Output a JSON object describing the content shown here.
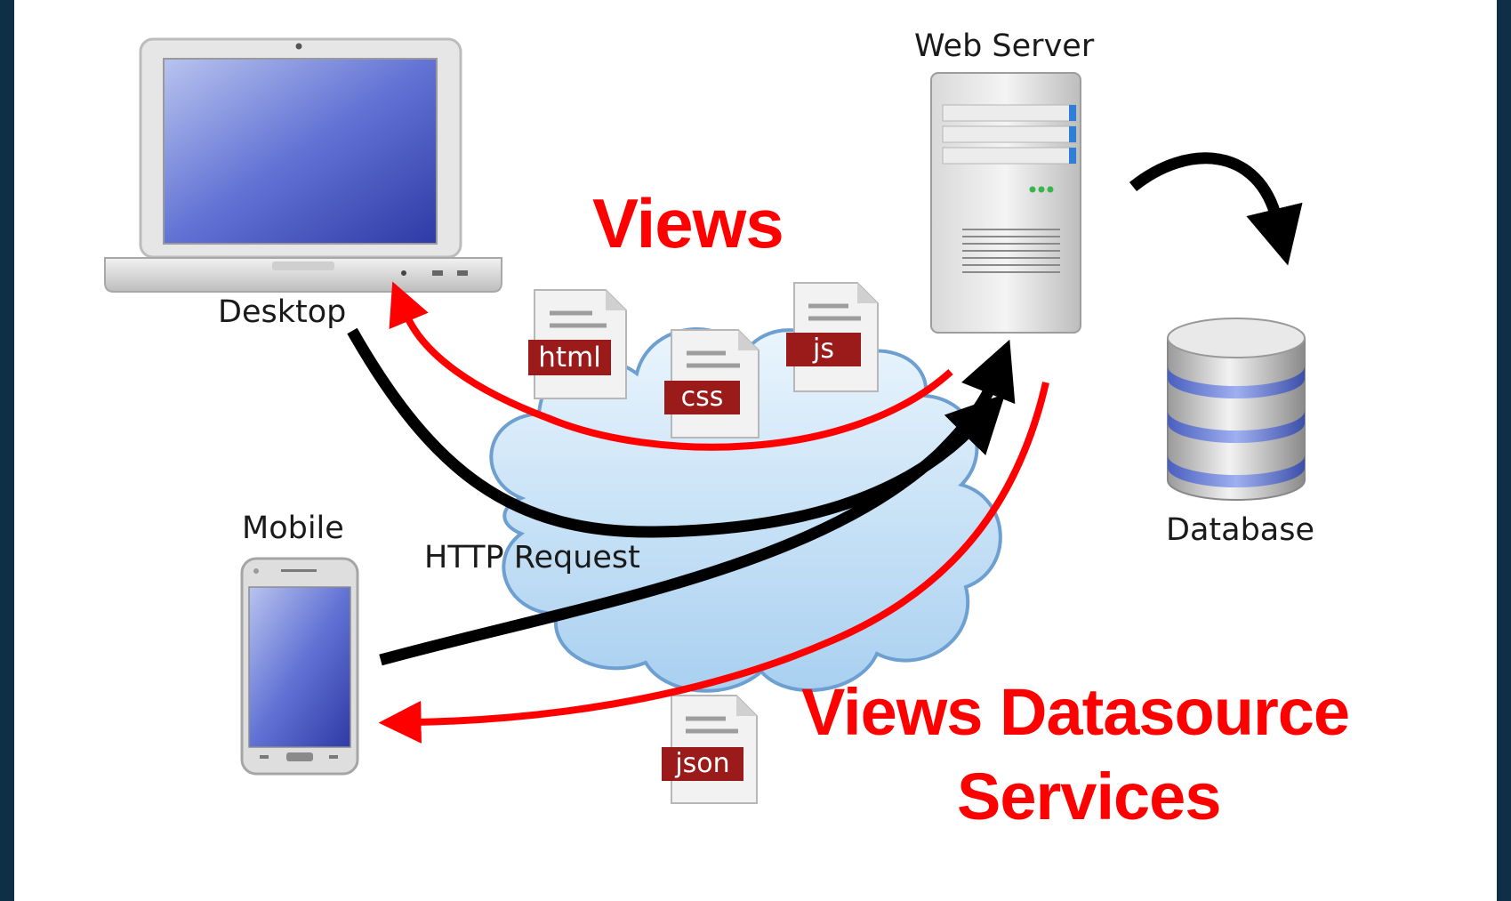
{
  "labels": {
    "desktop": "Desktop",
    "web_server": "Web Server",
    "mobile": "Mobile",
    "http_request": "HTTP Request",
    "database": "Database"
  },
  "headlines": {
    "views": "Views",
    "views_datasource_line1": "Views Datasource",
    "views_datasource_line2": "Services"
  },
  "documents": {
    "html": "html",
    "css": "css",
    "js": "js",
    "json": "json"
  },
  "colors": {
    "frame": "#0f2f46",
    "response_arrow": "#ff0000",
    "request_arrow": "#000000",
    "doc_badge": "#9b1b1b",
    "cloud": "#b9dcf6"
  },
  "icons": [
    "laptop-icon",
    "server-icon",
    "database-icon",
    "phone-icon",
    "cloud-icon",
    "file-icon"
  ]
}
